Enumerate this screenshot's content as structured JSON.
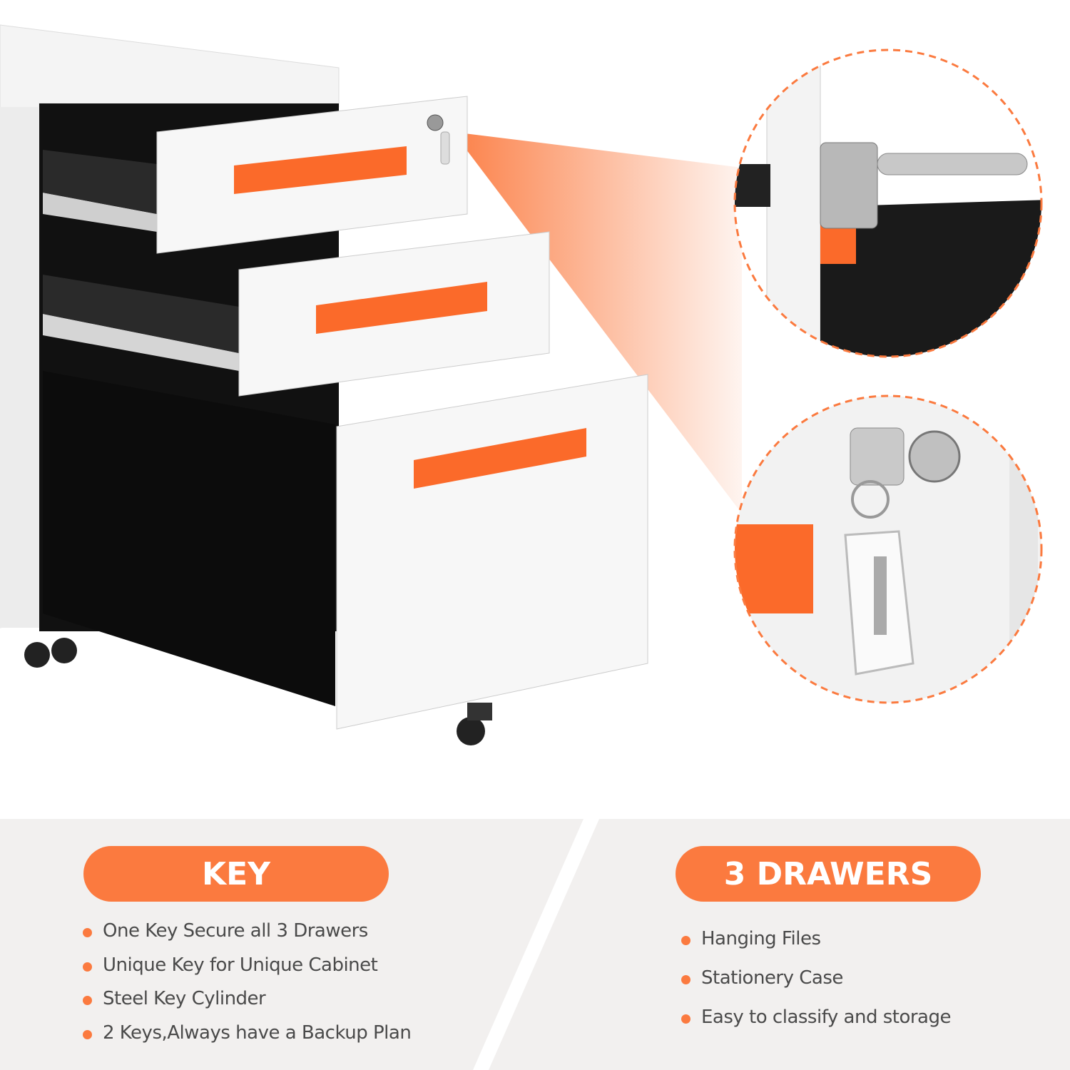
{
  "colors": {
    "accent": "#fb7a3f",
    "panel_bg": "#f2f0ef",
    "text": "#4a4a4a"
  },
  "image": {
    "subject": "cabinet-illustration",
    "insets": [
      "lock-cylinder-detail",
      "key-detail"
    ]
  },
  "key_section": {
    "title": "KEY",
    "items": [
      "One Key Secure all 3 Drawers",
      "Unique Key for Unique Cabinet",
      "Steel Key Cylinder",
      "2 Keys,Always have a Backup Plan"
    ]
  },
  "drawers_section": {
    "title": "3 DRAWERS",
    "items": [
      "Hanging Files",
      "Stationery Case",
      "Easy to classify and storage"
    ]
  }
}
